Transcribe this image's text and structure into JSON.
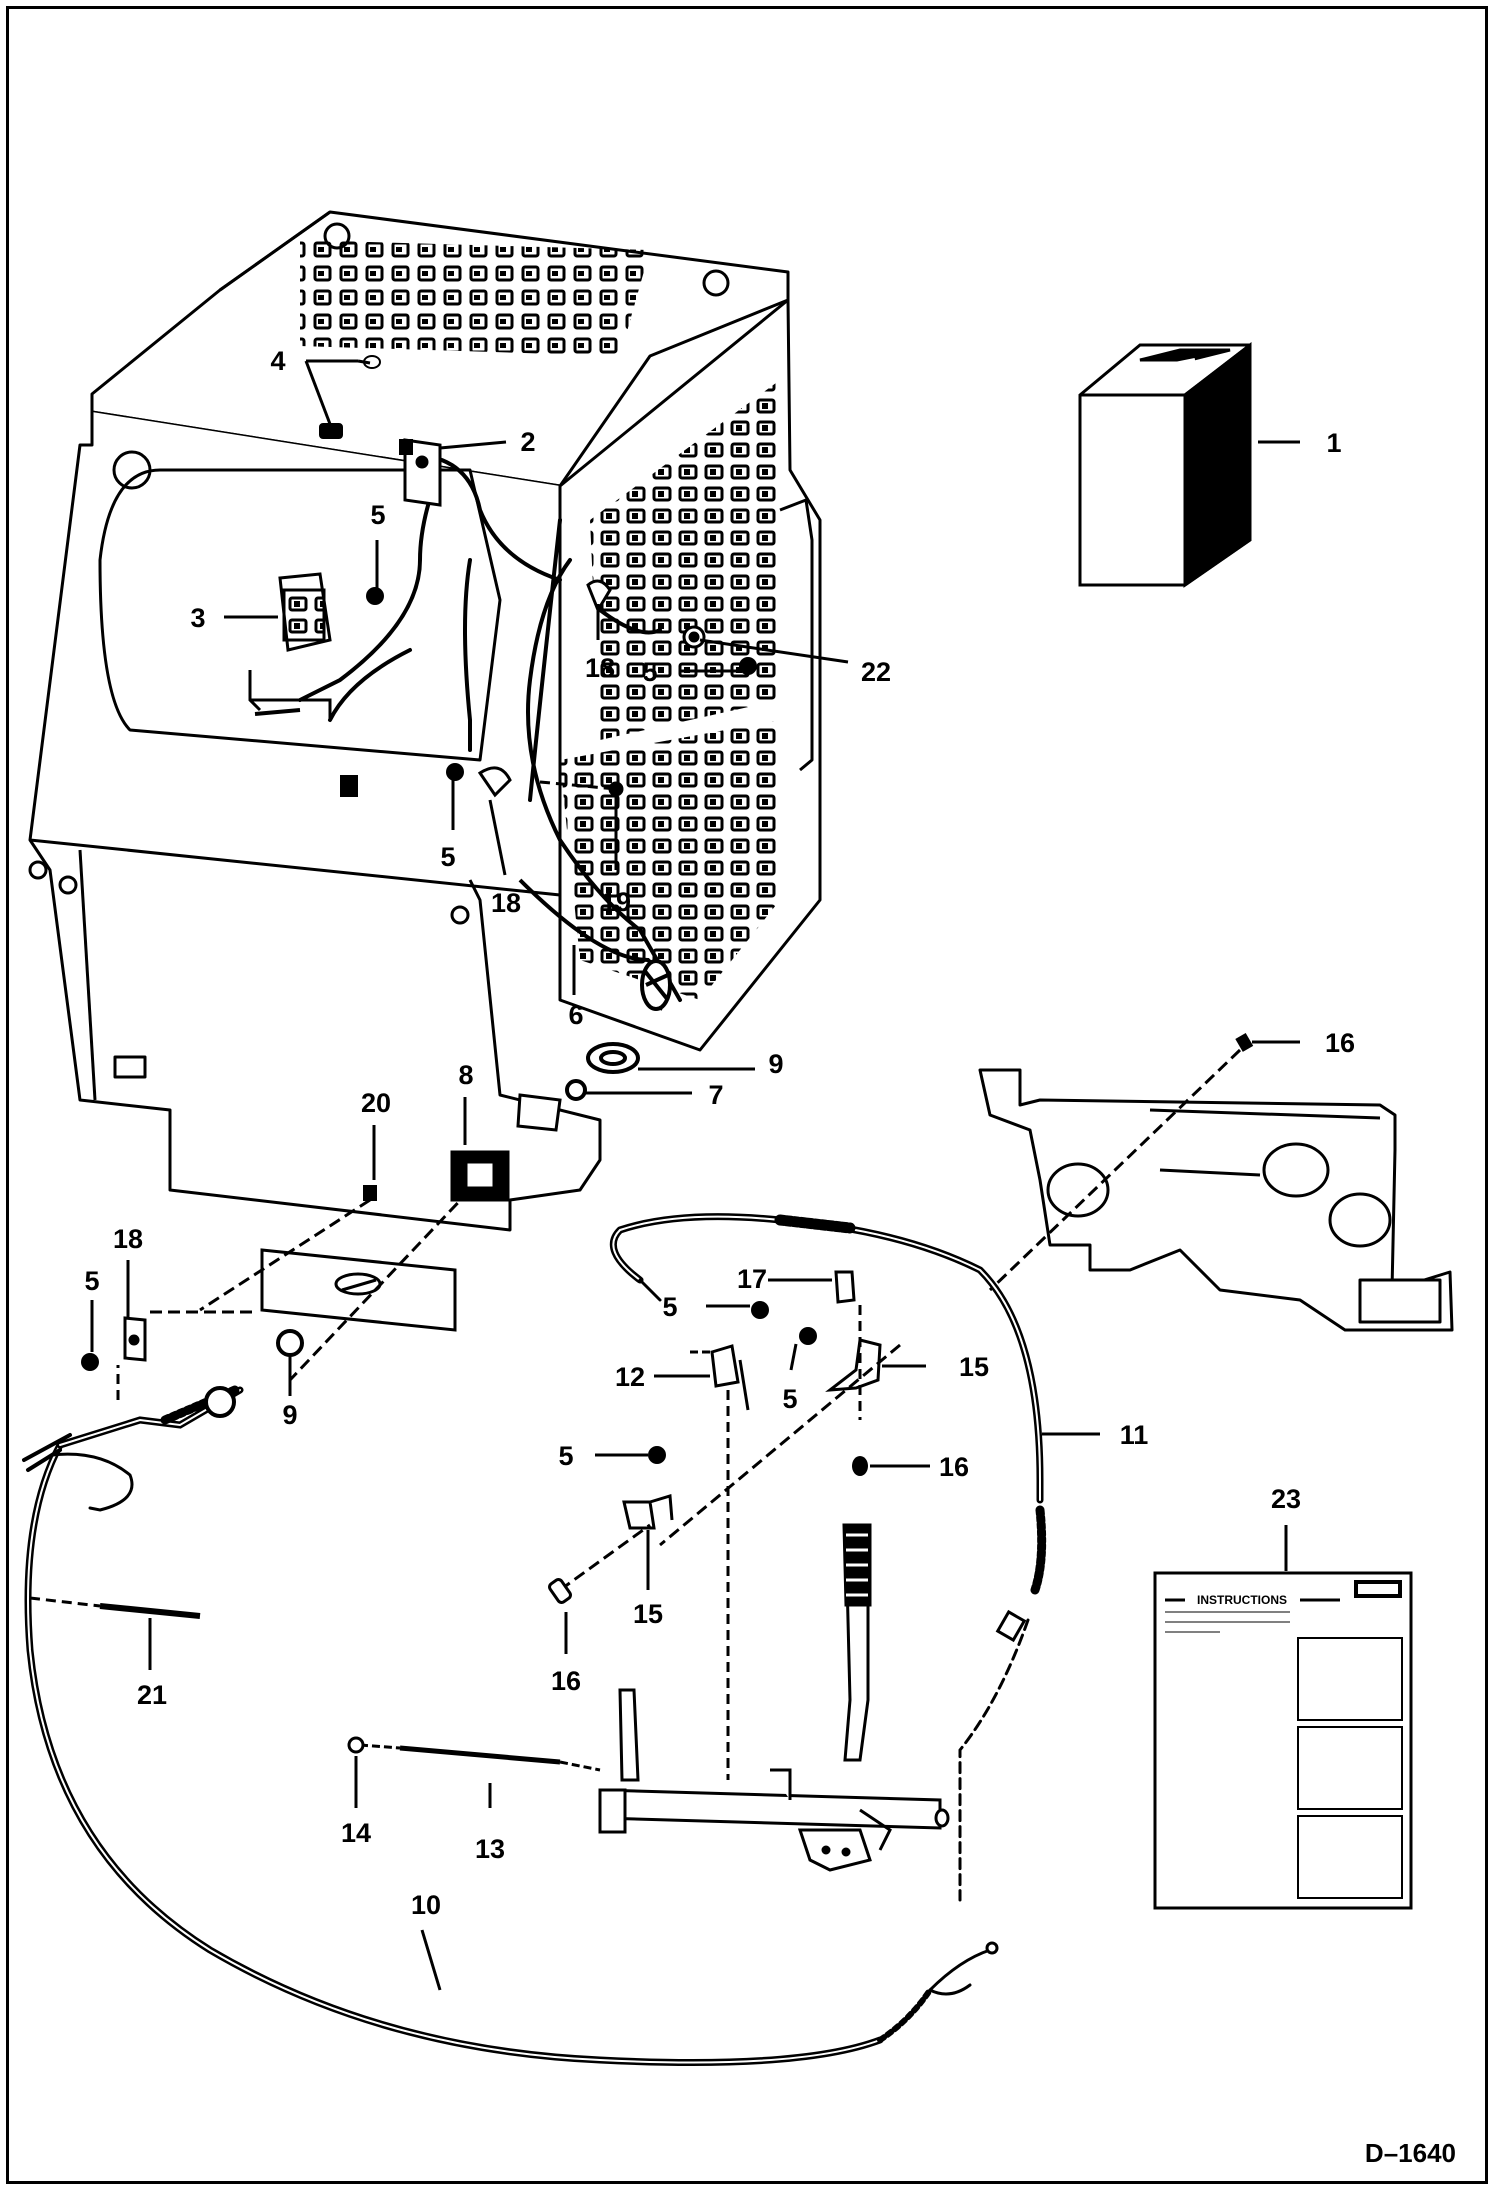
{
  "figure_id": "D–1640",
  "callouts": {
    "c1": "1",
    "c2": "2",
    "c3": "3",
    "c4": "4",
    "c5a": "5",
    "c5b": "5",
    "c5c": "5",
    "c5d": "5",
    "c5e": "5",
    "c5f": "5",
    "c5g": "5",
    "c6": "6",
    "c7": "7",
    "c8": "8",
    "c9a": "9",
    "c9b": "9",
    "c10": "10",
    "c11": "11",
    "c12": "12",
    "c13": "13",
    "c14": "14",
    "c15a": "15",
    "c15b": "15",
    "c16a": "16",
    "c16b": "16",
    "c16c": "16",
    "c17": "17",
    "c18a": "18",
    "c18b": "18",
    "c18c": "18",
    "c19": "19",
    "c20": "20",
    "c21": "21",
    "c22": "22",
    "c23": "23"
  },
  "decal": {
    "heading": "INSTRUCTIONS"
  }
}
